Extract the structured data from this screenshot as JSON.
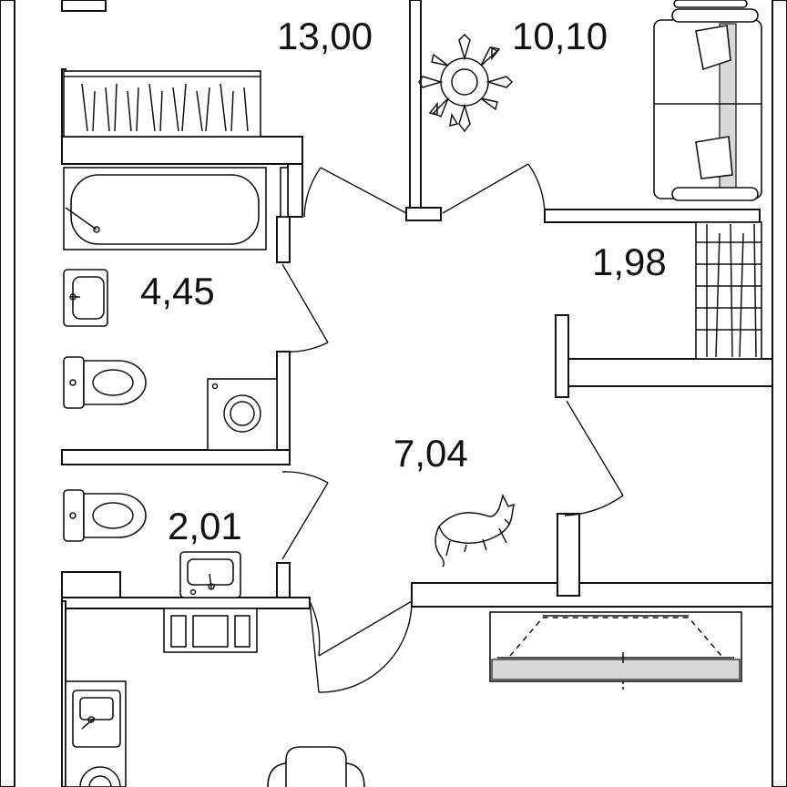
{
  "floor_plan": {
    "rooms": [
      {
        "id": "room-top-left",
        "area": "13,00"
      },
      {
        "id": "room-top-right",
        "area": "10,10"
      },
      {
        "id": "storage",
        "area": "1,98"
      },
      {
        "id": "bathroom",
        "area": "4,45"
      },
      {
        "id": "hall",
        "area": "7,04"
      },
      {
        "id": "toilet",
        "area": "2,01"
      }
    ],
    "colors": {
      "line": "#111111",
      "background": "#ffffff",
      "shade": "#d9d9d9"
    }
  }
}
